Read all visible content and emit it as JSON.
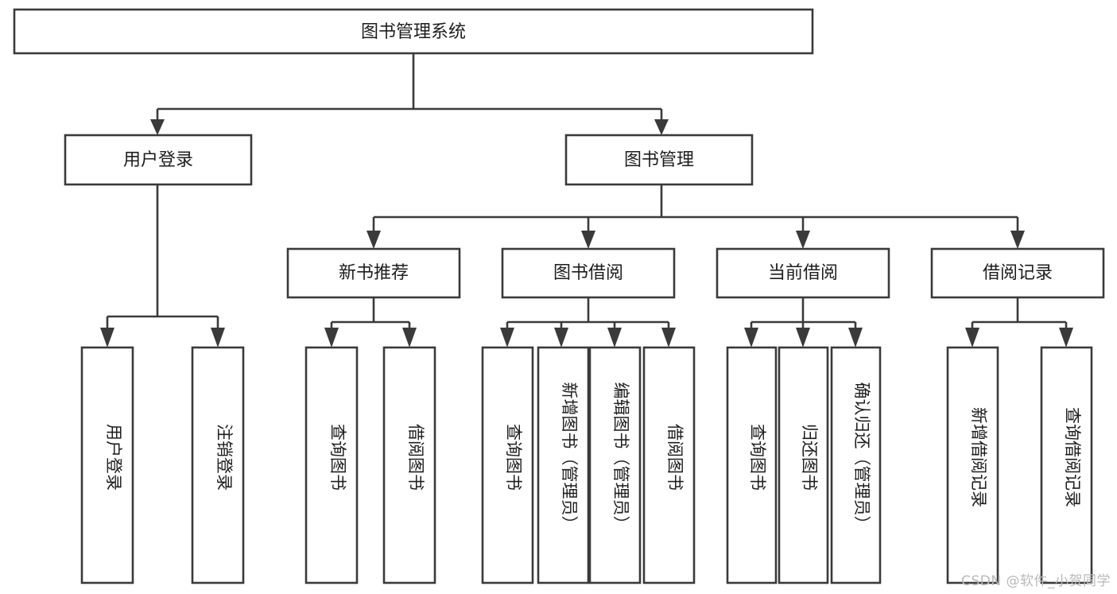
{
  "diagram": {
    "title": "图书管理系统",
    "type": "tree",
    "watermark": "CSDN @软件_小贺同学",
    "colors": {
      "stroke": "#3a3a3a",
      "fill": "#ffffff",
      "text": "#1d1d1d",
      "watermark": "#b9b9b9",
      "background": "#ffffff"
    },
    "levels": {
      "root": {
        "label": "图书管理系统"
      },
      "level2": [
        {
          "label": "用户登录"
        },
        {
          "label": "图书管理"
        }
      ],
      "level3": [
        {
          "label": "新书推荐"
        },
        {
          "label": "图书借阅"
        },
        {
          "label": "当前借阅"
        },
        {
          "label": "借阅记录"
        }
      ],
      "leaves": [
        {
          "label": "用户登录",
          "parent": "用户登录"
        },
        {
          "label": "注销登录",
          "parent": "用户登录"
        },
        {
          "label": "查询图书",
          "parent": "新书推荐"
        },
        {
          "label": "借阅图书",
          "parent": "新书推荐"
        },
        {
          "label": "查询图书",
          "parent": "图书借阅"
        },
        {
          "label": "新增图书（管理员）",
          "parent": "图书借阅"
        },
        {
          "label": "编辑图书（管理员）",
          "parent": "图书借阅"
        },
        {
          "label": "借阅图书",
          "parent": "图书借阅"
        },
        {
          "label": "查询图书",
          "parent": "当前借阅"
        },
        {
          "label": "归还图书",
          "parent": "当前借阅"
        },
        {
          "label": "确认归还（管理员）",
          "parent": "当前借阅"
        },
        {
          "label": "新增借阅记录",
          "parent": "借阅记录"
        },
        {
          "label": "查询借阅记录",
          "parent": "借阅记录"
        }
      ]
    }
  }
}
